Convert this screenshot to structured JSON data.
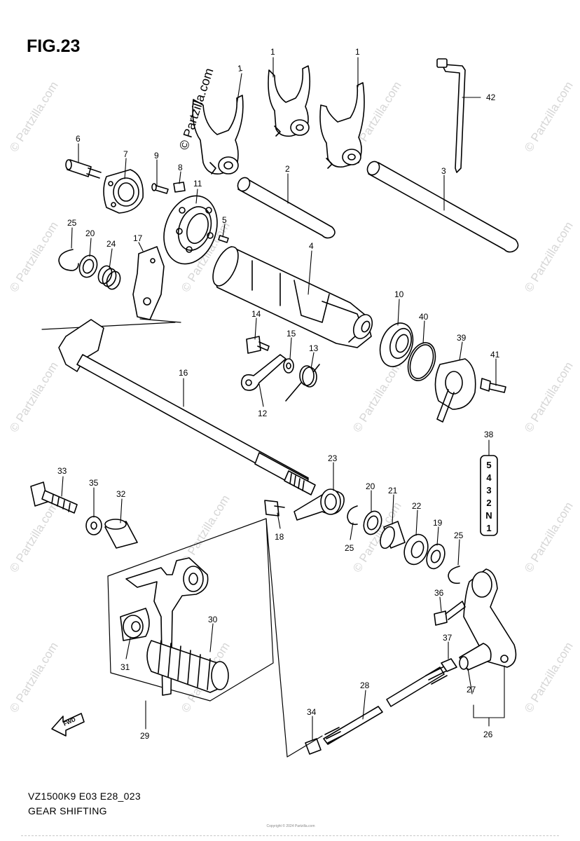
{
  "figure": {
    "title": "FIG.23",
    "code": "VZ1500K9 E03 E28_023",
    "name": "GEAR SHIFTING",
    "copyright": "Copyright © 2024 Partzilla.com",
    "watermark_main": "© Partzilla.com",
    "watermark_repeat": "© Partzilla.com",
    "fwd_label": "FWD"
  },
  "callouts": [
    {
      "id": "c1a",
      "label": "1"
    },
    {
      "id": "c1b",
      "label": "1"
    },
    {
      "id": "c1c",
      "label": "1"
    },
    {
      "id": "c2",
      "label": "2"
    },
    {
      "id": "c3",
      "label": "3"
    },
    {
      "id": "c42",
      "label": "42"
    },
    {
      "id": "c6",
      "label": "6"
    },
    {
      "id": "c7",
      "label": "7"
    },
    {
      "id": "c9",
      "label": "9"
    },
    {
      "id": "c8",
      "label": "8"
    },
    {
      "id": "c11",
      "label": "11"
    },
    {
      "id": "c5",
      "label": "5"
    },
    {
      "id": "c4",
      "label": "4"
    },
    {
      "id": "c25a",
      "label": "25"
    },
    {
      "id": "c20a",
      "label": "20"
    },
    {
      "id": "c24",
      "label": "24"
    },
    {
      "id": "c17",
      "label": "17"
    },
    {
      "id": "c10",
      "label": "10"
    },
    {
      "id": "c40",
      "label": "40"
    },
    {
      "id": "c39",
      "label": "39"
    },
    {
      "id": "c41",
      "label": "41"
    },
    {
      "id": "c14",
      "label": "14"
    },
    {
      "id": "c15",
      "label": "15"
    },
    {
      "id": "c13",
      "label": "13"
    },
    {
      "id": "c12",
      "label": "12"
    },
    {
      "id": "c16",
      "label": "16"
    },
    {
      "id": "c38",
      "label": "38"
    },
    {
      "id": "c23",
      "label": "23"
    },
    {
      "id": "c33",
      "label": "33"
    },
    {
      "id": "c35",
      "label": "35"
    },
    {
      "id": "c32",
      "label": "32"
    },
    {
      "id": "c18",
      "label": "18"
    },
    {
      "id": "c20b",
      "label": "20"
    },
    {
      "id": "c21",
      "label": "21"
    },
    {
      "id": "c22",
      "label": "22"
    },
    {
      "id": "c19",
      "label": "19"
    },
    {
      "id": "c25b",
      "label": "25"
    },
    {
      "id": "c25c",
      "label": "25"
    },
    {
      "id": "c36",
      "label": "36"
    },
    {
      "id": "c30",
      "label": "30"
    },
    {
      "id": "c31",
      "label": "31"
    },
    {
      "id": "c37",
      "label": "37"
    },
    {
      "id": "c28",
      "label": "28"
    },
    {
      "id": "c27",
      "label": "27"
    },
    {
      "id": "c26",
      "label": "26"
    },
    {
      "id": "c29",
      "label": "29"
    },
    {
      "id": "c34",
      "label": "34"
    }
  ],
  "gear_indicator": [
    "5",
    "4",
    "3",
    "2",
    "N",
    "1"
  ]
}
